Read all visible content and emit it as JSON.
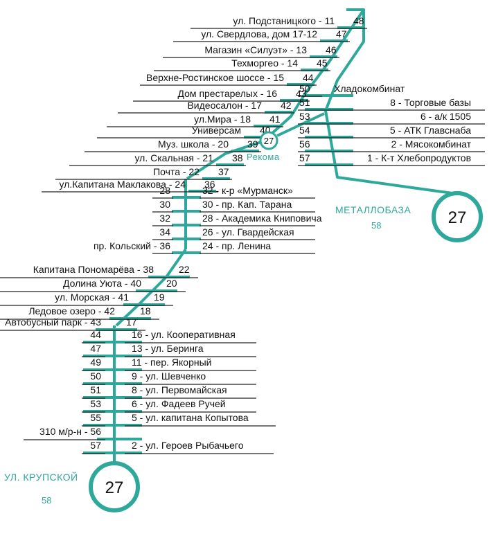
{
  "route_color": "#2fa89c",
  "route_number": "27",
  "terminals": {
    "north_east": {
      "name": "МЕТАЛЛОБАЗА",
      "code": "58",
      "number": "27"
    },
    "south": {
      "name": "УЛ. КРУПСКОЙ",
      "code": "58",
      "number": "27"
    },
    "branch": {
      "name": "Рекома",
      "number": "27"
    }
  },
  "left_stops": [
    {
      "name": "ул. Подстаницкого - 11",
      "dist": "48"
    },
    {
      "name": "ул. Свердлова, дом 17-12",
      "dist": "47"
    },
    {
      "name": "Магазин «Силуэт» - 13",
      "dist": "46"
    },
    {
      "name": "Техморгео - 14",
      "dist": "45"
    },
    {
      "name": "Верхне-Ростинское шоссе - 15",
      "dist": "44"
    },
    {
      "name": "Дом престарелых - 16",
      "dist": "43"
    },
    {
      "name": "Видеосалон - 17",
      "dist": "42"
    },
    {
      "name": "ул.Мира - 18",
      "dist": "41"
    },
    {
      "name": "Универсам",
      "dist": "40"
    },
    {
      "name": "Муз. школа - 20",
      "dist": "39"
    },
    {
      "name": "ул. Скальная - 21",
      "dist": "38"
    },
    {
      "name": "Почта - 22",
      "dist": "37"
    },
    {
      "name": "ул.Капитана Маклакова - 24",
      "dist": "36"
    }
  ],
  "right_branch_stops": [
    {
      "dist": "50",
      "name": "Хладокомбинат"
    },
    {
      "dist": "51",
      "name": "8 - Торговые базы"
    },
    {
      "dist": "53",
      "name": "6 - а/к 1505"
    },
    {
      "dist": "54",
      "name": "5 - АТК Главснаба"
    },
    {
      "dist": "56",
      "name": "2 - Мясокомбинат"
    },
    {
      "dist": "57",
      "name": "1 - К-т Хлебопродуктов"
    }
  ],
  "middle_stops": [
    {
      "left": "28",
      "name": "32 - к-р «Мурманск»"
    },
    {
      "left": "30",
      "name": "30 - пр. Кап. Тарана"
    },
    {
      "left": "32",
      "name": "28 - Академика Книповича"
    },
    {
      "left": "34",
      "name": "26 - ул. Гвардейская"
    },
    {
      "left": "пр. Кольский - 36",
      "name": "24 - пр. Ленина"
    }
  ],
  "lower_left_stops": [
    {
      "name": "Капитана Пономарёва - 38",
      "dist": "22"
    },
    {
      "name": "Долина Уюта - 40",
      "dist": "20"
    },
    {
      "name": "ул. Морская - 41",
      "dist": "19"
    },
    {
      "name": "Ледовое озеро - 42",
      "dist": "18"
    },
    {
      "name": "Автобусный парк - 43",
      "dist": "17"
    }
  ],
  "south_stops": [
    {
      "left": "44",
      "name": "16 - ул. Кооперативная"
    },
    {
      "left": "47",
      "name": "13 - ул. Беринга"
    },
    {
      "left": "49",
      "name": "11 - пер. Якорный"
    },
    {
      "left": "50",
      "name": "9 - ул. Шевченко"
    },
    {
      "left": "51",
      "name": "8 - ул. Первомайская"
    },
    {
      "left": "53",
      "name": "6 - ул. Фадеев Ручей"
    },
    {
      "left": "55",
      "name": "5 - ул. капитана Копытова"
    },
    {
      "left": "310 м/р-н - 56",
      "name": ""
    },
    {
      "left": "57",
      "name": "2 - ул. Героев Рыбачьего"
    }
  ]
}
